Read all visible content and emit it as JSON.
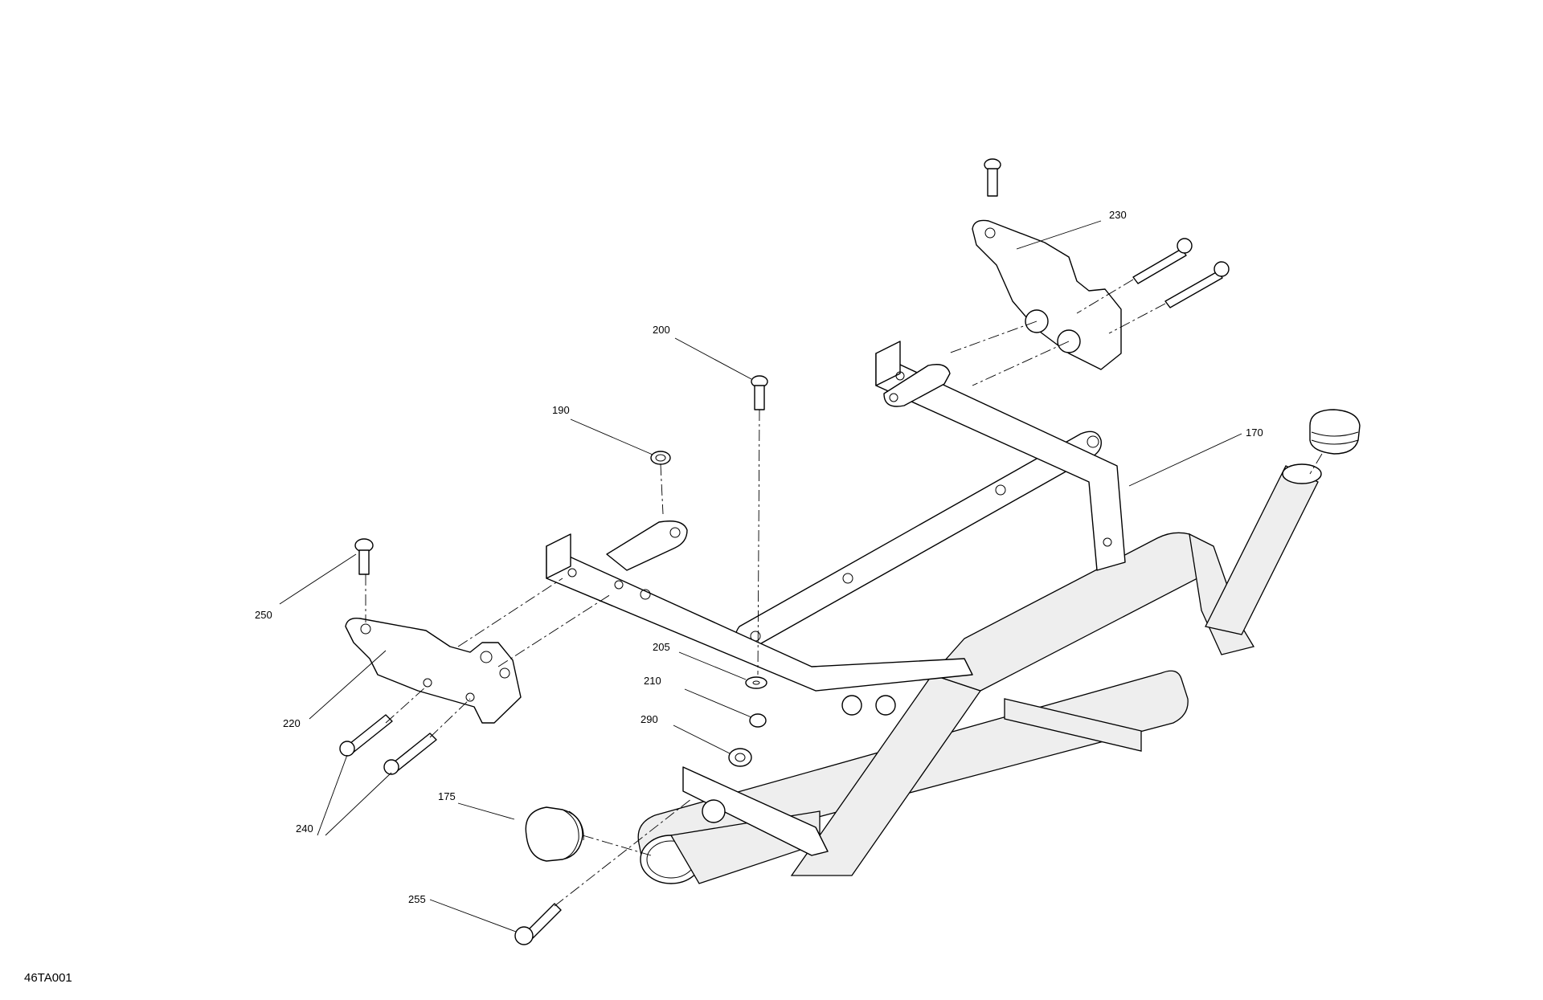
{
  "callouts": {
    "c170": "170",
    "c175": "175",
    "c190": "190",
    "c200": "200",
    "c205": "205",
    "c210": "210",
    "c220": "220",
    "c230": "230",
    "c240": "240",
    "c250": "250",
    "c255": "255",
    "c290": "290"
  },
  "figure_code": "46TA001"
}
